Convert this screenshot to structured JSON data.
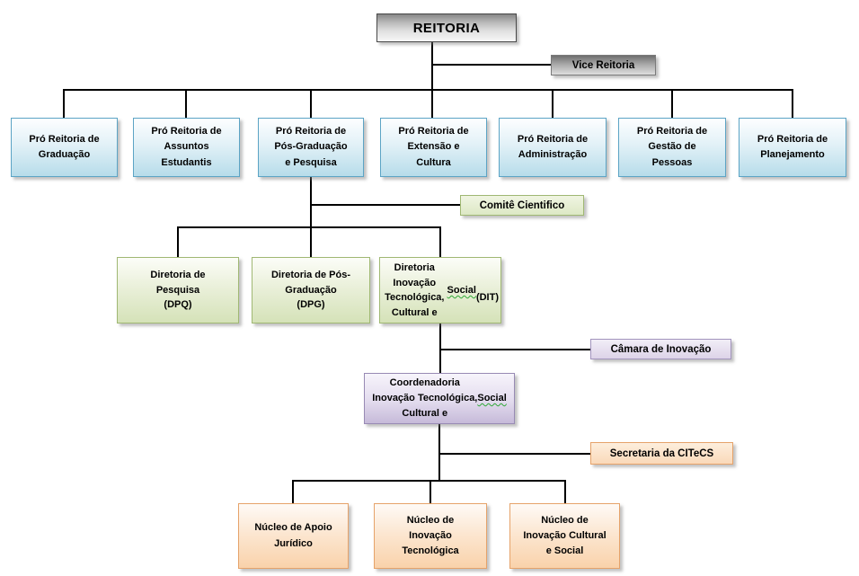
{
  "diagram": {
    "root": {
      "label": "REITORIA"
    },
    "vice_reitoria": {
      "label": "Vice Reitoria"
    },
    "pro_reitorias": [
      {
        "label": "Pró Reitoria de\nGraduação"
      },
      {
        "label": "Pró Reitoria de\nAssuntos\nEstudantis"
      },
      {
        "label": "Pró Reitoria de\nPós-Graduação\ne Pesquisa"
      },
      {
        "label": "Pró Reitoria de\nExtensão e\nCultura"
      },
      {
        "label": "Pró Reitoria de\nAdministração"
      },
      {
        "label": "Pró Reitoria de\nGestão de\nPessoas"
      },
      {
        "label": "Pró Reitoria de\nPlanejamento"
      }
    ],
    "comite": {
      "label": "Comitê Cientifico"
    },
    "diretorias": [
      {
        "label": "Diretoria de\nPesquisa\n(DPQ)"
      },
      {
        "label": "Diretoria de Pós-\nGraduação\n(DPG)"
      },
      {
        "label": "Diretoria Inovação\nTecnológica,\nCultural e Social\n(DIT)"
      }
    ],
    "camara": {
      "label": "Câmara de Inovação"
    },
    "coordenadoria": {
      "label": "Coordenadoria\nInovação Tecnológica,\nCultural e Social"
    },
    "secretaria": {
      "label": "Secretaria da CITeCS"
    },
    "nucleos": [
      {
        "label": "Núcleo de Apoio\nJurídico"
      },
      {
        "label": "Núcleo de\nInovação\nTecnológica"
      },
      {
        "label": "Núcleo de\nInovação Cultural\ne Social"
      }
    ]
  },
  "palette": {
    "connector_line": "#000000",
    "reitoria_border": "#484848",
    "vice_border": "#7a7a7a",
    "blue_fill": "#b7dcea",
    "blue_border": "#5ca4c5",
    "green_fill": "#d5e2b8",
    "green_border": "#a0b873",
    "purple_fill": "#c6bad9",
    "purple_border": "#988ab4",
    "orange_fill": "#f9d2ab",
    "orange_border": "#e6a36a",
    "spellcheck_underline": "#2ea836"
  }
}
